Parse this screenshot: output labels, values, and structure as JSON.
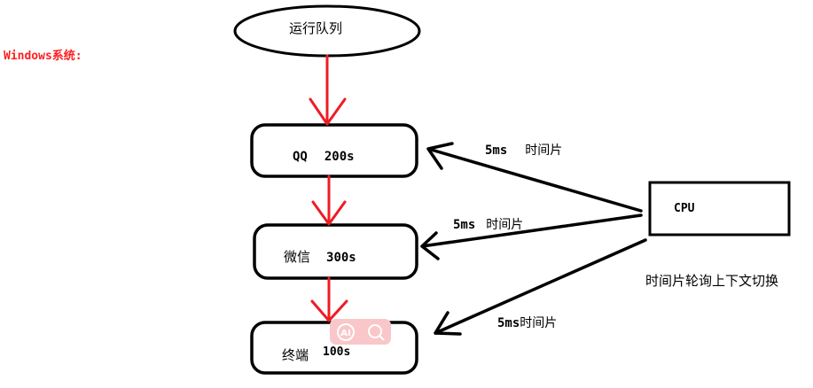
{
  "system_label": "Windows系统:",
  "queue": {
    "label": "运行队列"
  },
  "processes": [
    {
      "name": "QQ",
      "time": "200s"
    },
    {
      "name": "微信",
      "time": "300s"
    },
    {
      "name": "终端",
      "time": "100s"
    }
  ],
  "cpu": {
    "label": "CPU"
  },
  "slices": [
    {
      "amount": "5ms",
      "text": "时间片"
    },
    {
      "amount": "5ms",
      "text": "时间片"
    },
    {
      "amount": "5ms",
      "text": "时间片"
    }
  ],
  "cpu_note": "时间片轮询上下文切换",
  "colors": {
    "flow_arrow": "#ee1c24",
    "cpu_arrow": "#000000",
    "system_label": "#ff2020"
  },
  "icons": [
    "ai-badge-icon",
    "search-icon"
  ]
}
